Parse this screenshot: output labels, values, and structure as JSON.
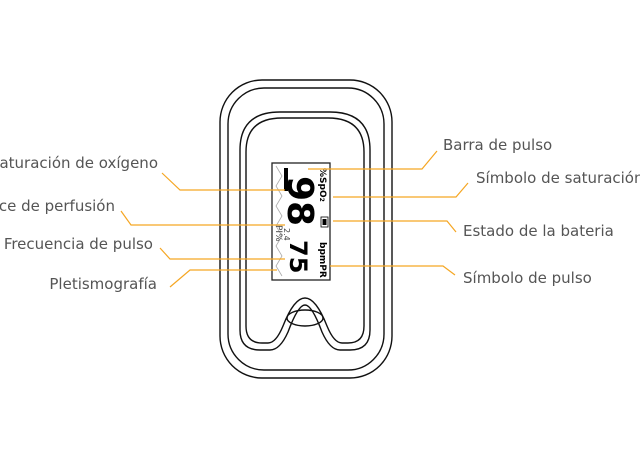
{
  "labels_left": [
    "Saturación de oxígeno",
    "Índice de perfusión",
    "Frecuencia de pulso",
    "Pletismografía"
  ],
  "labels_right": [
    "Barra de pulso",
    "Símbolo de saturación",
    "Estado de la bateria",
    "Símbolo de pulso"
  ],
  "display": {
    "spo2_value": "98",
    "spo2_unit": "%SpO",
    "spo2_sub": "2",
    "pi_value": "2.4",
    "pi_label": "PI%",
    "pr_value": "75",
    "pr_unit": "bpmPR"
  },
  "colors": {
    "leader": "#f5a623",
    "text": "#555555"
  }
}
